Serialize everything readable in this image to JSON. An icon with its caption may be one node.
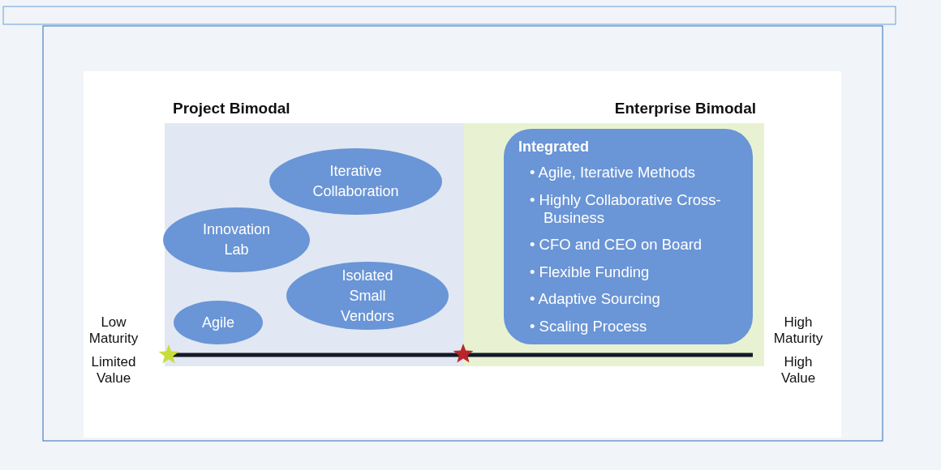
{
  "diagram": {
    "nodes": [
      {
        "text": [
          "Project Bimodal"
        ]
      },
      {
        "text": [
          "Enterprise Bimodal"
        ]
      },
      {
        "text": [
          "Iterative Collaboration"
        ],
        "in": 0
      },
      {
        "text": [
          "Innovation Lab"
        ],
        "in": 0
      },
      {
        "text": [
          "Isolated Small Vendors"
        ],
        "in": 0
      },
      {
        "text": [
          "Agile"
        ],
        "in": 0
      },
      {
        "text": [
          "Integrated",
          "• Agile, Iterative Methods",
          "• Highly Collaborative Cross-Business",
          "• CFO and CEO on Board",
          "• Flexible Funding",
          "• Adaptive Sourcing",
          "• Scaling Process"
        ],
        "in": 1
      }
    ],
    "labels": [
      "Low Maturity",
      "Limited Value",
      "High Maturity",
      "High Value"
    ]
  }
}
